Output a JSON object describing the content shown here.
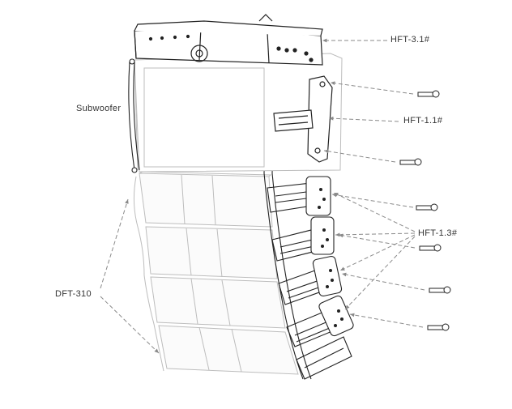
{
  "labels": {
    "hft31": "HFT-3.1#",
    "subwoofer": "Subwoofer",
    "hft11": "HFT-1.1#",
    "hft13": "HFT-1.3#",
    "dft310": "DFT-310"
  },
  "colors": {
    "line": "#222222",
    "faint": "#bdbdbd",
    "leader": "#8a8a8a",
    "text": "#333333"
  }
}
